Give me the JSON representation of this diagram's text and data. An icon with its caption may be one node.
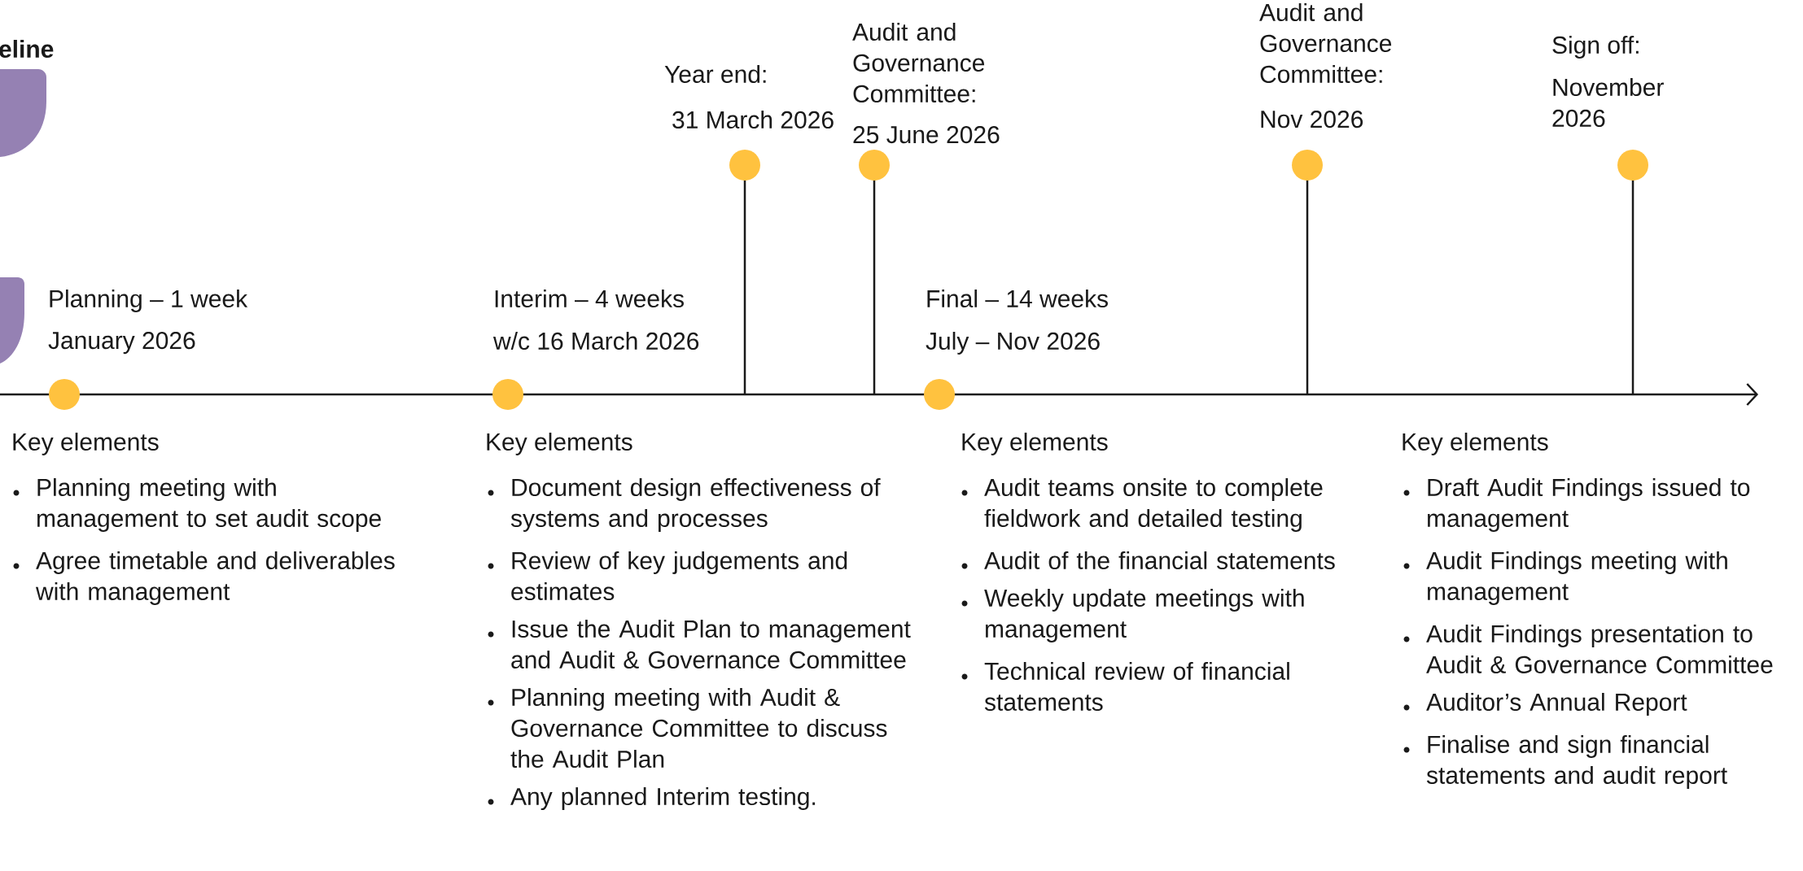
{
  "diagram": {
    "title": "eline",
    "nodes": [
      {
        "text": [],
        "shape": "circle",
        "beside": [
          "Planning – 1 week",
          "January 2026"
        ]
      },
      {
        "text": [],
        "shape": "circle",
        "beside": [
          "Interim – 4 weeks",
          "w/c 16 March 2026"
        ]
      },
      {
        "text": [],
        "shape": "circle",
        "beside": [
          "Year end:",
          "31 March 2026"
        ]
      },
      {
        "text": [],
        "shape": "circle",
        "beside": [
          "Audit and Governance Committee:",
          "25 June 2026"
        ]
      },
      {
        "text": [],
        "shape": "circle",
        "beside": [
          "Final – 14 weeks",
          "July – Nov 2026"
        ]
      },
      {
        "text": [],
        "shape": "circle",
        "beside": [
          "Audit and Governance Committee:",
          "Nov 2026"
        ]
      },
      {
        "text": [],
        "shape": "circle",
        "beside": [
          "Sign off:",
          "November 2026"
        ]
      }
    ],
    "labels": [
      "Key elements",
      "Planning meeting with management to set audit scope",
      "Agree timetable and deliverables with management",
      "Key elements",
      "Document design effectiveness of systems and processes",
      "Review of key judgements and estimates",
      "Issue the Audit Plan to management and Audit & Governance Committee",
      "Planning meeting with Audit & Governance Committee to discuss the Audit Plan",
      "Any planned Interim testing.",
      "Key elements",
      "Audit teams onsite to complete fieldwork and detailed testing",
      "Audit of the financial statements",
      "Weekly update meetings with management",
      "Technical review of financial statements",
      "Key elements",
      "Draft Audit Findings issued to management",
      "Audit Findings meeting with management",
      "Audit Findings presentation to Audit & Governance Committee",
      "Auditor’s Annual Report",
      "Finalise and sign financial statements and audit report"
    ]
  }
}
